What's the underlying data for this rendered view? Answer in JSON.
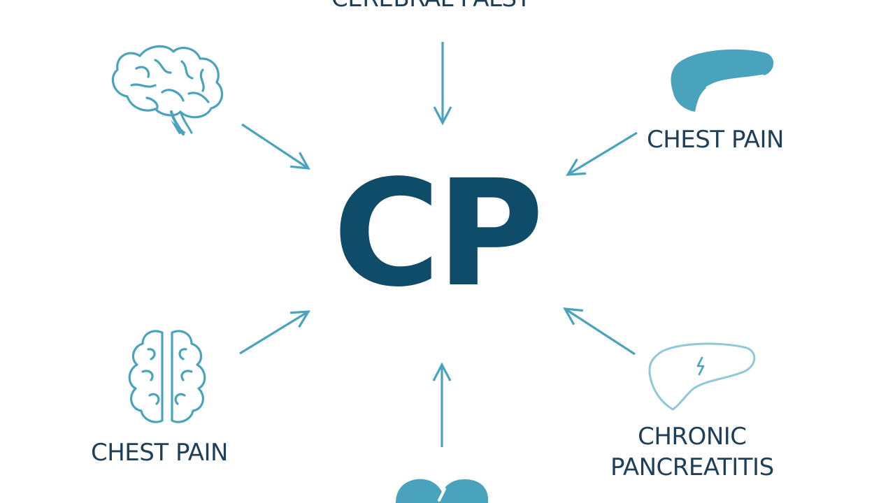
{
  "diagram": {
    "center": "CP",
    "top_label": "CEREBRAL PALSY",
    "right_top_label": "CHEST PAIN",
    "left_bottom_label": "CHEST PAIN",
    "right_bottom_label_line1": "CHRONIC",
    "right_bottom_label_line2": "PANCREATITIS",
    "icons": [
      "brain-icon",
      "pancreas-icon",
      "brain-hemispheres-icon",
      "liver-icon",
      "organ-icon"
    ],
    "colors": {
      "primary": "#0f4c6a",
      "accent": "#4aa3bd",
      "label": "#1d3f57"
    }
  }
}
